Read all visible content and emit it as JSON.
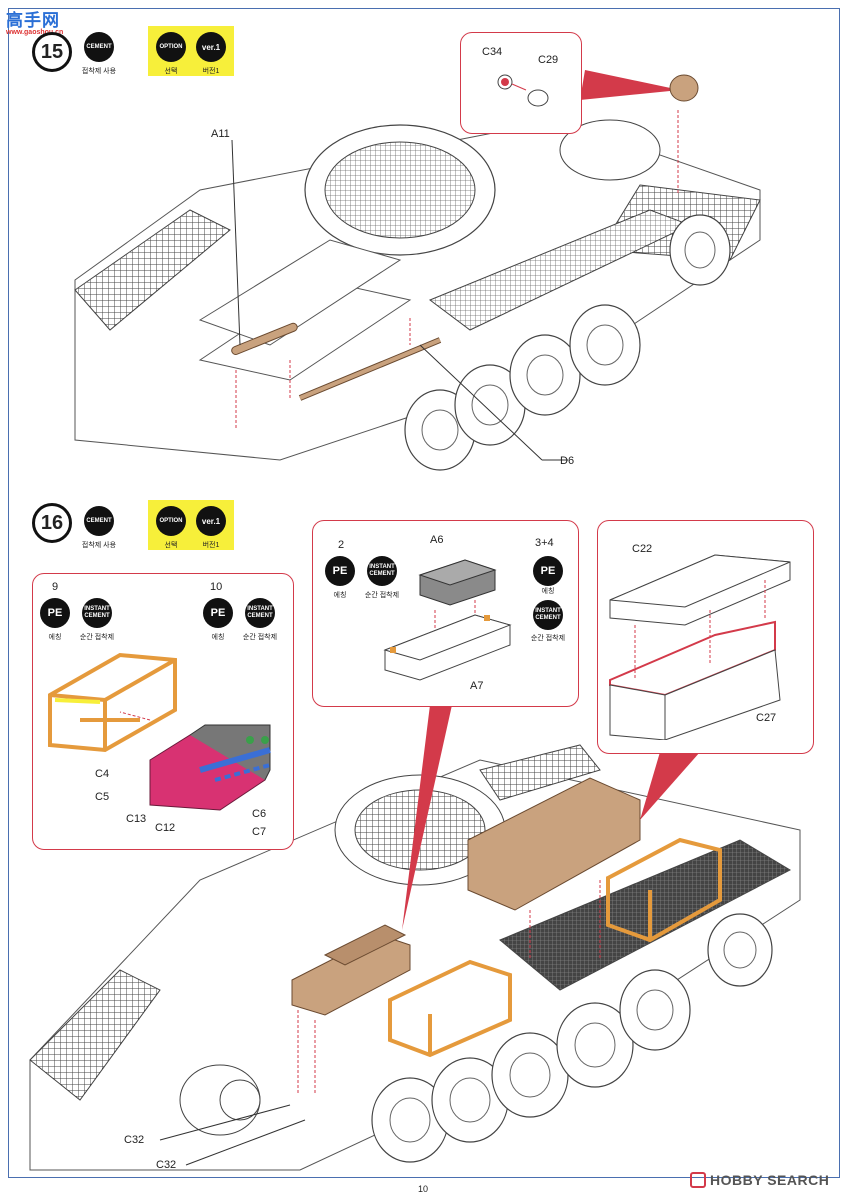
{
  "watermark": {
    "site_cn": "高手网",
    "site_url": "www.gaoshou.cn"
  },
  "step15": {
    "number": "15",
    "cement": {
      "badge": "CEMENT",
      "caption": "접착제 사용"
    },
    "option": {
      "badge": "OPTION",
      "caption": "선택"
    },
    "version": {
      "badge": "ver.1",
      "caption": "버전1"
    },
    "labels": {
      "a11": "A11",
      "d6": "D6",
      "c34": "C34",
      "c29": "C29"
    }
  },
  "step16": {
    "number": "16",
    "cement": {
      "badge": "CEMENT",
      "caption": "접착제 사용"
    },
    "option": {
      "badge": "OPTION",
      "caption": "선택"
    },
    "version": {
      "badge": "ver.1",
      "caption": "버전1"
    },
    "callout_left": {
      "n9": "9",
      "n10": "10",
      "pe_badge": "PE",
      "pe_caption": "에칭",
      "instant_badge": "INSTANT CEMENT",
      "instant_caption": "순간 접착제",
      "labels": [
        "C4",
        "C5",
        "C13",
        "C12",
        "C6",
        "C7"
      ]
    },
    "callout_mid": {
      "n2": "2",
      "n34": "3+4",
      "pe_badge": "PE",
      "pe_caption": "에칭",
      "instant_badge": "INSTANT CEMENT",
      "instant_caption": "순간 접착제",
      "a6": "A6",
      "a7": "A7"
    },
    "callout_right": {
      "c22": "C22",
      "c27": "C27"
    },
    "labels": {
      "c32a": "C32",
      "c32b": "C32"
    }
  },
  "footer": {
    "page": "10",
    "brand": "HOBBY SEARCH"
  },
  "colors": {
    "accent_red": "#d33a4a",
    "frame_orange": "#e59a3c",
    "box_tan": "#c9a27e",
    "option_yellow": "#f7ef3a"
  }
}
